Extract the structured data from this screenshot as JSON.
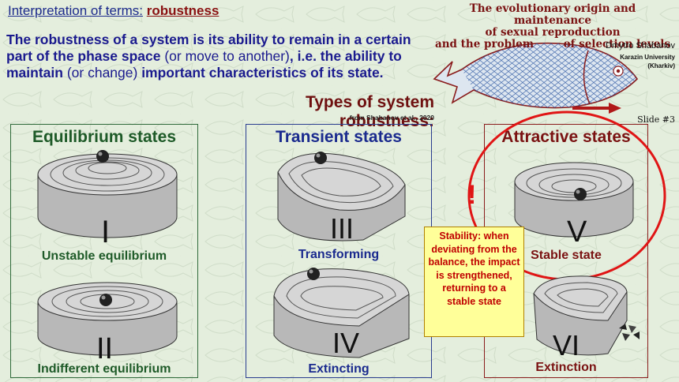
{
  "header": {
    "lead": "Interpretation of terms:",
    "term": "robustness"
  },
  "definition": {
    "b1": "The robustness of a system is its ability to remain in a certain part of the phase space",
    "n1": " (or move to another)",
    "b2": ", i.e. the ability to maintain",
    "n2": " (or change)",
    "b3": " important characteristics of its state."
  },
  "types": {
    "heading": "Types of system robustness:",
    "source": "from Shabanov et al., 2020"
  },
  "talk": {
    "title_l1": "The evolutionary origin and maintenance",
    "title_l2": "of sexual reproduction",
    "title_l3": "and the problem        of selection levels",
    "author": "Dmytro Shabanov",
    "affiliation": "Karazin University",
    "city": "(Kharkiv)",
    "slide": "Slide #3"
  },
  "panels": {
    "equilibrium": {
      "title": "Equilibrium states",
      "cap1": "Unstable equilibrium",
      "cap2": "Indifferent equilibrium",
      "num1": "I",
      "num2": "II"
    },
    "transient": {
      "title": "Transient states",
      "cap1": "Transforming",
      "cap2": "Extincting",
      "num1": "III",
      "num2": "IV"
    },
    "attractive": {
      "title": "Attractive states",
      "cap1": "Stable state",
      "cap2": "Extinction",
      "num1": "V",
      "num2": "VI"
    }
  },
  "callout": {
    "mark": "!",
    "text": "Stability: when deviating from the balance, the impact is strengthened, returning to a stable state"
  },
  "colors": {
    "navy": "#1a1a8e",
    "maroon": "#6e0f0f",
    "green_border": "#2f6a3a",
    "blue_border": "#2a3d8f",
    "red_border": "#8a1c1c",
    "alert": "#e01515"
  }
}
